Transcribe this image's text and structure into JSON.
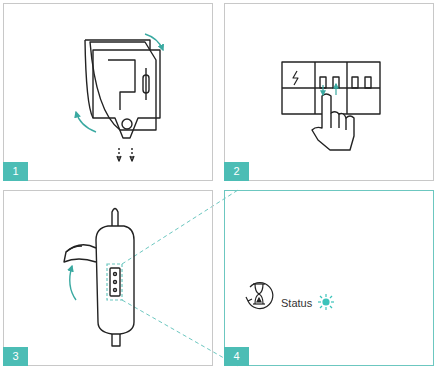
{
  "diagram": {
    "nodes": [
      {
        "text": [
          "1"
        ]
      },
      {
        "text": [
          "2"
        ]
      },
      {
        "text": [
          "3"
        ]
      },
      {
        "text": [
          "4",
          "Status"
        ]
      }
    ]
  }
}
